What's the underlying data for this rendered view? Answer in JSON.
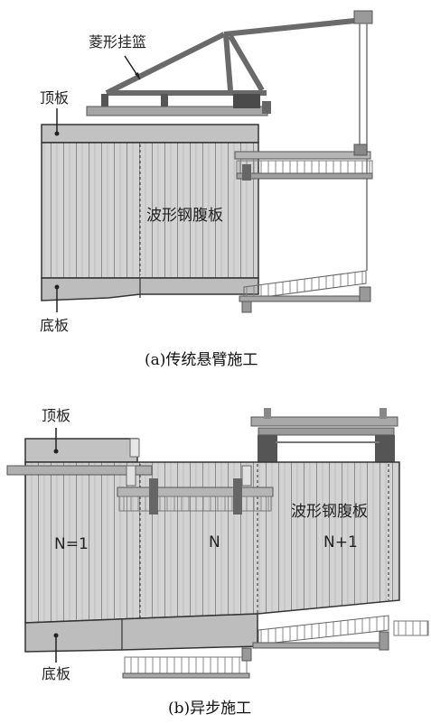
{
  "panel_a": {
    "label_cradle": "菱形挂篮",
    "label_top_slab": "顶板",
    "label_web": "波形钢腹板",
    "label_bottom_slab": "底板",
    "caption": "(a)传统悬臂施工"
  },
  "panel_b": {
    "label_top_slab": "顶板",
    "label_segment_prev": "N=1",
    "label_segment_cur": "N",
    "label_segment_next": "N+1",
    "label_web": "波形钢腹板",
    "label_bottom_slab": "底板",
    "caption": "(b)异步施工"
  },
  "colors": {
    "web_fill": "#cfcfcf",
    "slab_fill": "#bdbdbd",
    "steel": "#8f8f8f",
    "dark_steel": "#5a5a5a",
    "outline": "#333333"
  }
}
